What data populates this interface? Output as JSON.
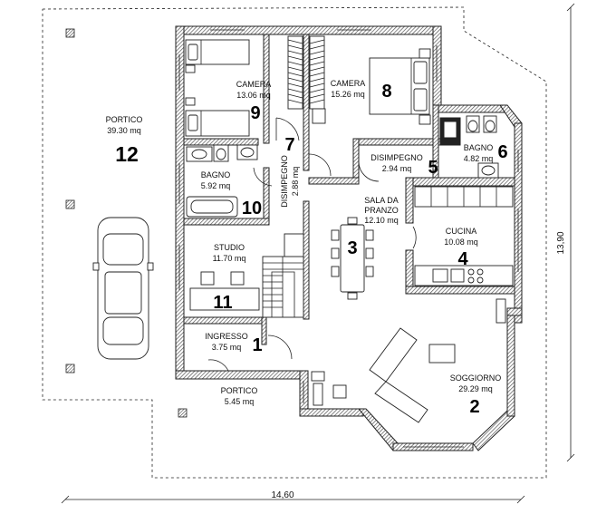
{
  "rooms": [
    {
      "id": "1",
      "name": "INGRESSO",
      "area": "3.75 mq"
    },
    {
      "id": "2",
      "name": "SOGGIORNO",
      "area": "29.29 mq"
    },
    {
      "id": "3",
      "name": "SALA DA PRANZO",
      "name_line1": "SALA DA",
      "name_line2": "PRANZO",
      "area": "12.10 mq"
    },
    {
      "id": "4",
      "name": "CUCINA",
      "area": "10.08 mq"
    },
    {
      "id": "5",
      "name": "DISIMPEGNO",
      "area": "2.94 mq"
    },
    {
      "id": "6",
      "name": "BAGNO",
      "area": "4.82 mq"
    },
    {
      "id": "7",
      "name": "DISIMPEGNO",
      "area": "2.88 mq"
    },
    {
      "id": "8",
      "name": "CAMERA",
      "area": "15.26 mq"
    },
    {
      "id": "9",
      "name": "CAMERA",
      "area": "13.06 mq"
    },
    {
      "id": "10",
      "name": "BAGNO",
      "area": "5.92 mq"
    },
    {
      "id": "11",
      "name": "STUDIO",
      "area": "11.70 mq"
    },
    {
      "id": "12",
      "name": "PORTICO",
      "area": "39.30 mq"
    },
    {
      "id": "",
      "name": "PORTICO",
      "area": "5.45 mq"
    }
  ],
  "dimensions": {
    "width": "14,60",
    "height": "13,90"
  },
  "colors": {
    "wall_hatch": "#555555",
    "line": "#222222",
    "background": "#ffffff"
  }
}
